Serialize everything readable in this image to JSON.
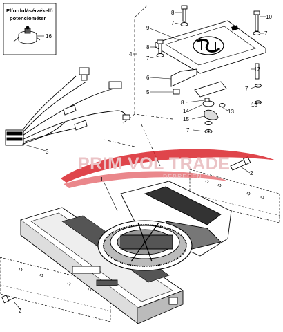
{
  "inset": {
    "title_line1": "Elfordulásérzékelő",
    "title_line2": "potenciométer",
    "part_number": "16"
  },
  "watermark": {
    "brand": "PRIM VOL TRADE",
    "city": "DEBRECEN",
    "swoosh_color": "#d9252b",
    "text_color": "#ebc3c6"
  },
  "callouts": {
    "c1": "1",
    "c2_right": "2",
    "c2_left": "2",
    "c3": "3",
    "c4": "4",
    "c5": "5",
    "c6": "6",
    "c7_a": "7",
    "c7_b": "7",
    "c7_c": "7",
    "c7_d": "7",
    "c7_e": "7",
    "c8_a": "8",
    "c8_b": "8",
    "c8_c": "8",
    "c9": "9",
    "c10": "10",
    "c12": "12",
    "c13_a": "13",
    "c13_b": "13",
    "c14": "14",
    "c15": "15",
    "c16": "16"
  }
}
